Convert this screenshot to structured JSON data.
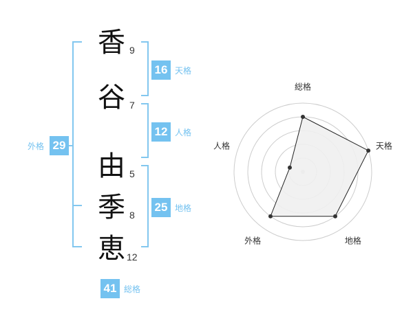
{
  "name_chart": {
    "characters": [
      {
        "char": "香",
        "strokes": "9"
      },
      {
        "char": "谷",
        "strokes": "7"
      },
      {
        "char": "由",
        "strokes": "5"
      },
      {
        "char": "季",
        "strokes": "8"
      },
      {
        "char": "恵",
        "strokes": "12"
      }
    ],
    "scores": {
      "tenkaku": {
        "value": "16",
        "label": "天格"
      },
      "jinkaku": {
        "value": "12",
        "label": "人格"
      },
      "chikaku": {
        "value": "25",
        "label": "地格"
      },
      "gaikaku": {
        "value": "29",
        "label": "外格"
      },
      "soukaku": {
        "value": "41",
        "label": "総格"
      }
    }
  },
  "colors": {
    "accent": "#74c2f0",
    "bracket": "#82c7ef",
    "badge_text": "#ffffff",
    "radar_fill": "#f0f0f0",
    "radar_ring": "#cccccc",
    "radar_line": "#222222"
  },
  "chart_data": {
    "type": "radar",
    "axes": [
      "総格",
      "天格",
      "地格",
      "外格",
      "人格"
    ],
    "values": [
      4,
      5,
      4,
      4,
      1
    ],
    "max": 5,
    "rings": 5
  }
}
